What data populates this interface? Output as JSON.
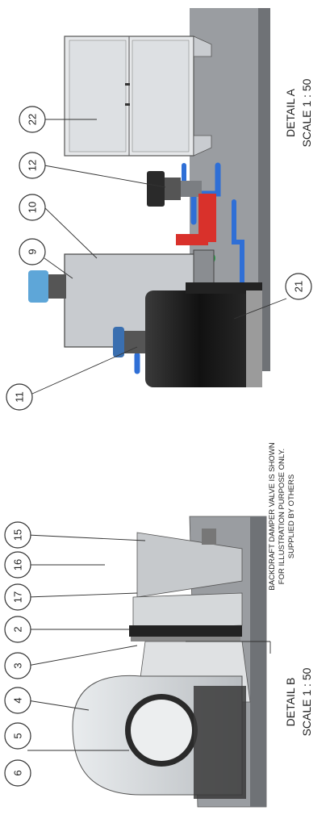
{
  "detail_a": {
    "title": "DETAIL A",
    "scale": "SCALE 1 : 50",
    "balloons": [
      "22",
      "12",
      "10",
      "9",
      "11",
      "21"
    ]
  },
  "detail_b": {
    "title": "DETAIL B",
    "scale": "SCALE 1 : 50",
    "balloons": [
      "15",
      "16",
      "17",
      "2",
      "3",
      "4",
      "5",
      "6"
    ]
  },
  "note": {
    "line1": "BACKDRAFT DAMPER VALVE IS SHOWN",
    "line2": "FOR ILLUSTRATION PURPOSE ONLY.",
    "line3": "SUPPLIED BY OTHERS"
  },
  "colors": {
    "pipe_blue": "#2f6fd6",
    "pipe_red": "#d9312b",
    "equipment_dark": "#1e1e1e",
    "cabinet_grey": "#d7dadd",
    "floor_grey": "#8c8f93"
  }
}
